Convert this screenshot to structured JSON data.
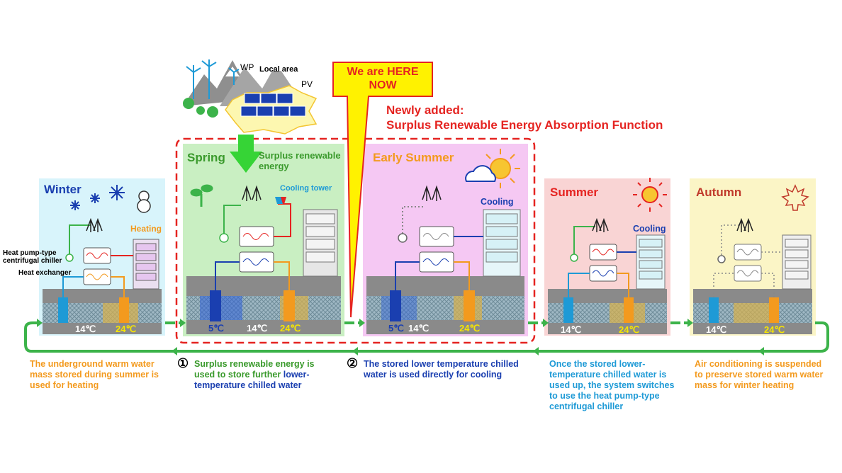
{
  "colors": {
    "winter_bg": "#d8f4fb",
    "spring_bg": "#c9efc2",
    "early_summer_bg": "#f5c8f3",
    "summer_bg": "#f9d4d4",
    "autumn_bg": "#fbf5c6",
    "flow_green": "#3cb34a",
    "red": "#e52421",
    "orange": "#f39a1e",
    "blue": "#1a3fb0",
    "cyan": "#1e9ad6"
  },
  "top": {
    "wp": "WP",
    "local_area": "Local area",
    "pv": "PV",
    "here_line1": "We are HERE",
    "here_line2": "NOW",
    "newly_line1": "Newly added:",
    "newly_line2": "Surplus Renewable Energy Absorption Function"
  },
  "winter": {
    "title": "Winter",
    "heating": "Heating",
    "hp_line1": "Heat pump-type",
    "hp_line2": "centrifugal chiller",
    "heat_exchanger": "Heat exchanger",
    "t1": "14℃",
    "t2": "24℃"
  },
  "spring": {
    "title": "Spring",
    "surplus_line1": "Surplus renewable",
    "surplus_line2": "energy",
    "cooling_tower": "Cooling tower",
    "t1": "5℃",
    "t2": "14℃",
    "t3": "24℃"
  },
  "early_summer": {
    "title": "Early Summer",
    "cooling": "Cooling",
    "t1": "5℃",
    "t2": "14℃",
    "t3": "24℃"
  },
  "summer": {
    "title": "Summer",
    "cooling": "Cooling",
    "t1": "14℃",
    "t2": "24℃"
  },
  "autumn": {
    "title": "Autumn",
    "t1": "14℃",
    "t2": "24℃"
  },
  "captions": {
    "c1_line1": "The underground warm water",
    "c1_line2": "mass stored during summer is",
    "c1_line3": "used for heating",
    "c2_num": "①",
    "c2_line1": "Surplus renewable energy is",
    "c2_line2a": "used to store further ",
    "c2_line2b": "lower-",
    "c2_line3": "temperature chilled water",
    "c3_num": "②",
    "c3_line1": "The stored lower temperature chilled",
    "c3_line2": "water is used directly for cooling",
    "c4_line1": "Once the stored lower-",
    "c4_line2": "temperature chilled water is",
    "c4_line3": "used up, the system switches",
    "c4_line4": "to use the heat pump-type",
    "c4_line5": "centrifugal chiller",
    "c5_line1": "Air conditioning is suspended",
    "c5_line2": "to preserve stored warm water",
    "c5_line3": "mass for winter heating"
  }
}
